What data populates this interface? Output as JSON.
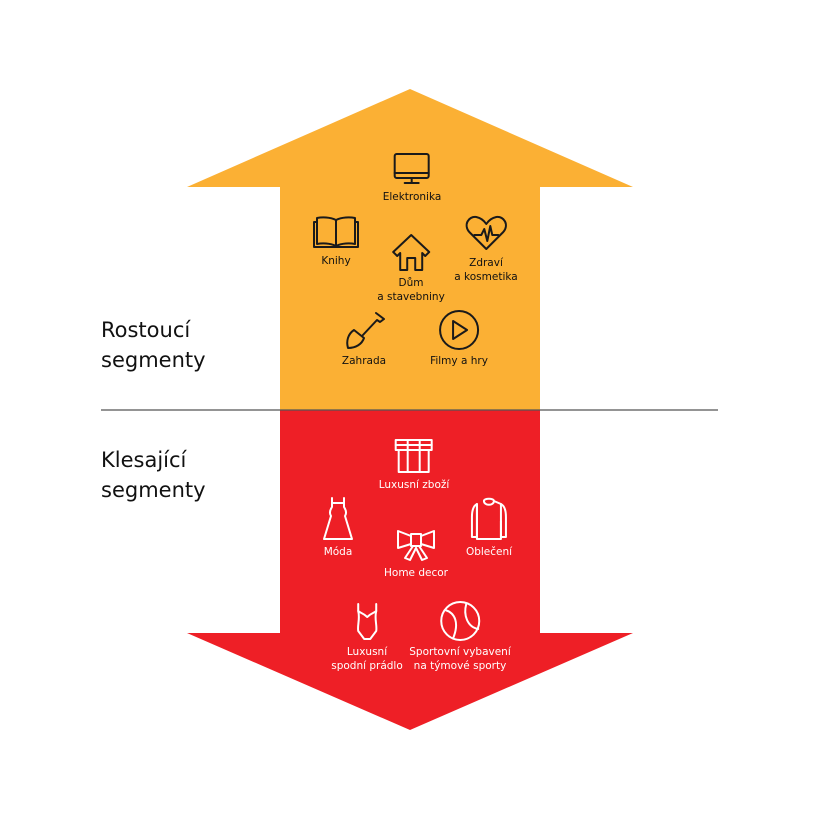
{
  "colors": {
    "growing": "#FBB034",
    "declining": "#EE1F26",
    "divider": "#555555"
  },
  "growing": {
    "title_line1": "Rostoucí",
    "title_line2": "segmenty",
    "items": [
      {
        "label": "Elektronika",
        "icon": "monitor-icon"
      },
      {
        "label": "Knihy",
        "icon": "book-icon"
      },
      {
        "label_line1": "Dům",
        "label_line2": "a stavebniny",
        "icon": "house-icon"
      },
      {
        "label_line1": "Zdraví",
        "label_line2": "a kosmetika",
        "icon": "heart-pulse-icon"
      },
      {
        "label": "Zahrada",
        "icon": "shovel-icon"
      },
      {
        "label": "Filmy a hry",
        "icon": "play-icon"
      }
    ]
  },
  "declining": {
    "title_line1": "Klesající",
    "title_line2": "segmenty",
    "items": [
      {
        "label": "Luxusní zboží",
        "icon": "gift-box-icon"
      },
      {
        "label": "Móda",
        "icon": "dress-icon"
      },
      {
        "label": "Home decor",
        "icon": "bow-icon"
      },
      {
        "label": "Oblečení",
        "icon": "hoodie-icon"
      },
      {
        "label_line1": "Luxusní",
        "label_line2": "spodní prádlo",
        "icon": "bodysuit-icon"
      },
      {
        "label_line1": "Sportovní vybavení",
        "label_line2": "na týmové sporty",
        "icon": "ball-icon"
      }
    ]
  }
}
